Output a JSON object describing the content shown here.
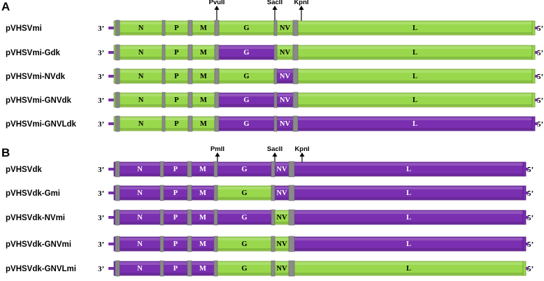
{
  "colors": {
    "mi": "#99d84c",
    "mi_dark": "#6e9e33",
    "dk": "#7a2fb0",
    "dk_dark": "#501d78",
    "junction": "#8a8a8a",
    "text_on_mi": "#000000",
    "text_on_dk": "#ffffff"
  },
  "genes": [
    "N",
    "P",
    "M",
    "G",
    "NV",
    "L"
  ],
  "ends": {
    "left": "3’",
    "right": "5’"
  },
  "panels": [
    {
      "label": "A",
      "sites": [
        {
          "name": "PvuII",
          "after_gene": "M"
        },
        {
          "name": "SacII",
          "after_gene": "G"
        },
        {
          "name": "KpnI",
          "after_gene": "NV"
        }
      ],
      "constructs": [
        {
          "name": "pVHSVmi",
          "segments": [
            "mi",
            "mi",
            "mi",
            "mi",
            "mi",
            "mi"
          ]
        },
        {
          "name": "pVHSVmi-Gdk",
          "segments": [
            "mi",
            "mi",
            "mi",
            "dk",
            "mi",
            "mi"
          ]
        },
        {
          "name": "pVHSVmi-NVdk",
          "segments": [
            "mi",
            "mi",
            "mi",
            "mi",
            "dk",
            "mi"
          ]
        },
        {
          "name": "pVHSVmi-GNVdk",
          "segments": [
            "mi",
            "mi",
            "mi",
            "dk",
            "dk",
            "mi"
          ]
        },
        {
          "name": "pVHSVmi-GNVLdk",
          "segments": [
            "mi",
            "mi",
            "mi",
            "dk",
            "dk",
            "dk"
          ]
        }
      ]
    },
    {
      "label": "B",
      "sites": [
        {
          "name": "PmlI",
          "after_gene": "M"
        },
        {
          "name": "SacII",
          "after_gene": "G"
        },
        {
          "name": "KpnI",
          "after_gene": "NV"
        }
      ],
      "constructs": [
        {
          "name": "pVHSVdk",
          "segments": [
            "dk",
            "dk",
            "dk",
            "dk",
            "dk",
            "dk"
          ]
        },
        {
          "name": "pVHSVdk-Gmi",
          "segments": [
            "dk",
            "dk",
            "dk",
            "mi",
            "dk",
            "dk"
          ]
        },
        {
          "name": "pVHSVdk-NVmi",
          "segments": [
            "dk",
            "dk",
            "dk",
            "dk",
            "mi",
            "dk"
          ]
        },
        {
          "name": "pVHSVdk-GNVmi",
          "segments": [
            "dk",
            "dk",
            "dk",
            "mi",
            "mi",
            "dk"
          ]
        },
        {
          "name": "pVHSVdk-GNVLmi",
          "segments": [
            "dk",
            "dk",
            "dk",
            "mi",
            "mi",
            "mi"
          ]
        }
      ]
    }
  ]
}
